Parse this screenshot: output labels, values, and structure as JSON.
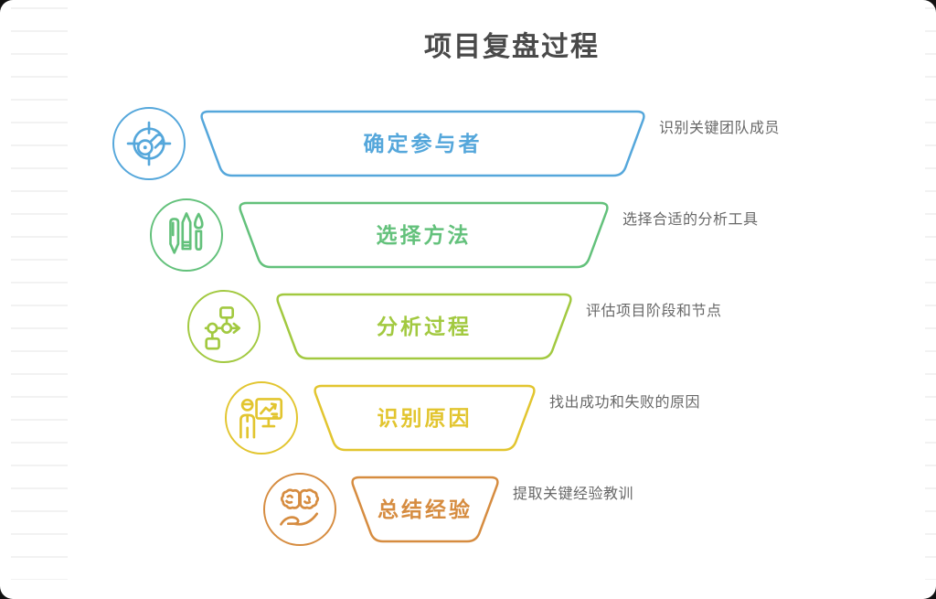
{
  "title": "项目复盘过程",
  "colors": {
    "title": "#4a4a4a",
    "note": "#686868"
  },
  "steps": [
    {
      "label": "确定参与者",
      "note": "识别关键团队成员",
      "color": "#55A7DB",
      "icon": "target-gauge-icon"
    },
    {
      "label": "选择方法",
      "note": "选择合适的分析工具",
      "color": "#63C17B",
      "icon": "drawing-tools-icon"
    },
    {
      "label": "分析过程",
      "note": "评估项目阶段和节点",
      "color": "#A2C940",
      "icon": "flowchart-icon"
    },
    {
      "label": "识别原因",
      "note": "找出成功和失败的原因",
      "color": "#E2C52F",
      "icon": "presentation-chart-icon"
    },
    {
      "label": "总结经验",
      "note": "提取关键经验教训",
      "color": "#D68C40",
      "icon": "brain-in-hand-icon"
    }
  ]
}
